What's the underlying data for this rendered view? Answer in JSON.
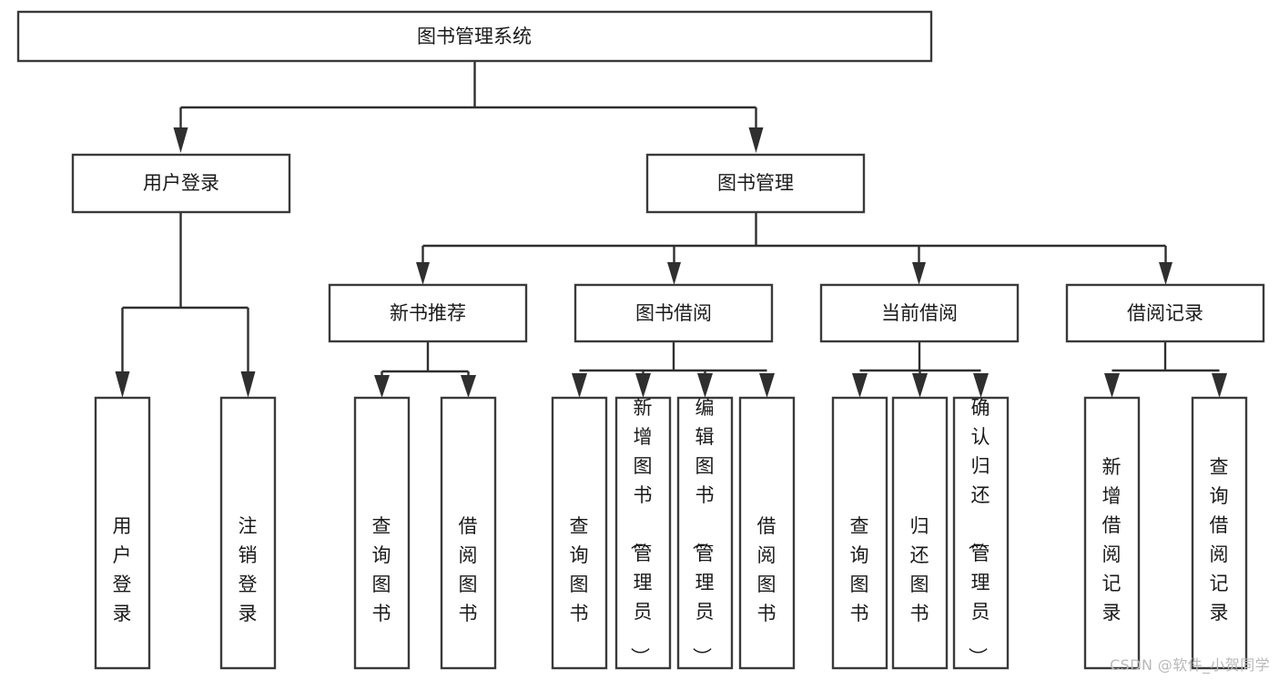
{
  "diagram": {
    "type": "tree-hierarchy",
    "title": "图书管理系统",
    "watermark": "CSDN @软件_小贺同学",
    "colors": {
      "box_stroke": "#3a3a3a",
      "box_fill": "#ffffff",
      "connector": "#2f2f2f",
      "text": "#1a1a1a",
      "watermark": "#b9b9b9",
      "background": "#ffffff"
    },
    "nodes": {
      "root": {
        "label": "图书管理系统",
        "level": 1,
        "orientation": "horizontal"
      },
      "l2": [
        {
          "label": "用户登录",
          "orientation": "horizontal"
        },
        {
          "label": "图书管理",
          "orientation": "horizontal"
        }
      ],
      "l3": [
        {
          "label": "新书推荐",
          "orientation": "horizontal"
        },
        {
          "label": "图书借阅",
          "orientation": "horizontal"
        },
        {
          "label": "当前借阅",
          "orientation": "horizontal"
        },
        {
          "label": "借阅记录",
          "orientation": "horizontal"
        }
      ],
      "leaves_user_login": [
        {
          "label": "用户登录",
          "orientation": "vertical"
        },
        {
          "label": "注销登录",
          "orientation": "vertical"
        }
      ],
      "leaves_new_books": [
        {
          "label": "查询图书",
          "orientation": "vertical"
        },
        {
          "label": "借阅图书",
          "orientation": "vertical"
        }
      ],
      "leaves_borrow": [
        {
          "label": "查询图书",
          "orientation": "vertical"
        },
        {
          "label": "新增图书（管理员）",
          "orientation": "vertical"
        },
        {
          "label": "编辑图书（管理员）",
          "orientation": "vertical"
        },
        {
          "label": "借阅图书",
          "orientation": "vertical"
        }
      ],
      "leaves_current": [
        {
          "label": "查询图书",
          "orientation": "vertical"
        },
        {
          "label": "归还图书",
          "orientation": "vertical"
        },
        {
          "label": "确认归还（管理员）",
          "orientation": "vertical"
        }
      ],
      "leaves_records": [
        {
          "label": "新增借阅记录",
          "orientation": "vertical"
        },
        {
          "label": "查询借阅记录",
          "orientation": "vertical"
        }
      ]
    },
    "edges": [
      {
        "from": "图书管理系统",
        "to": "用户登录"
      },
      {
        "from": "图书管理系统",
        "to": "图书管理"
      },
      {
        "from": "用户登录",
        "to": "用户登录"
      },
      {
        "from": "用户登录",
        "to": "注销登录"
      },
      {
        "from": "图书管理",
        "to": "新书推荐"
      },
      {
        "from": "图书管理",
        "to": "图书借阅"
      },
      {
        "from": "图书管理",
        "to": "当前借阅"
      },
      {
        "from": "图书管理",
        "to": "借阅记录"
      },
      {
        "from": "新书推荐",
        "to": "查询图书"
      },
      {
        "from": "新书推荐",
        "to": "借阅图书"
      },
      {
        "from": "图书借阅",
        "to": "查询图书"
      },
      {
        "from": "图书借阅",
        "to": "新增图书（管理员）"
      },
      {
        "from": "图书借阅",
        "to": "编辑图书（管理员）"
      },
      {
        "from": "图书借阅",
        "to": "借阅图书"
      },
      {
        "from": "当前借阅",
        "to": "查询图书"
      },
      {
        "from": "当前借阅",
        "to": "归还图书"
      },
      {
        "from": "当前借阅",
        "to": "确认归还（管理员）"
      },
      {
        "from": "借阅记录",
        "to": "新增借阅记录"
      },
      {
        "from": "借阅记录",
        "to": "查询借阅记录"
      }
    ]
  }
}
